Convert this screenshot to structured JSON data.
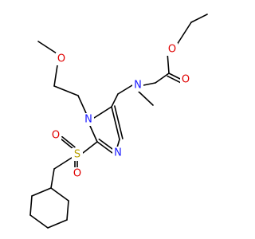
{
  "molecule": {
    "atoms": {
      "o_ester": {
        "symbol": "O",
        "color": "#e00000"
      },
      "o_carbonyl": {
        "symbol": "O",
        "color": "#e00000"
      },
      "o_ether": {
        "symbol": "O",
        "color": "#e00000"
      },
      "n_amine": {
        "symbol": "N",
        "color": "#1a1aff"
      },
      "n_ring1": {
        "symbol": "N",
        "color": "#1a1aff"
      },
      "n_ring3": {
        "symbol": "N",
        "color": "#1a1aff"
      },
      "s_sulfonyl": {
        "symbol": "S",
        "color": "#b8a000"
      },
      "o_sulf1": {
        "symbol": "O",
        "color": "#e00000"
      },
      "o_sulf2": {
        "symbol": "O",
        "color": "#e00000"
      }
    }
  }
}
